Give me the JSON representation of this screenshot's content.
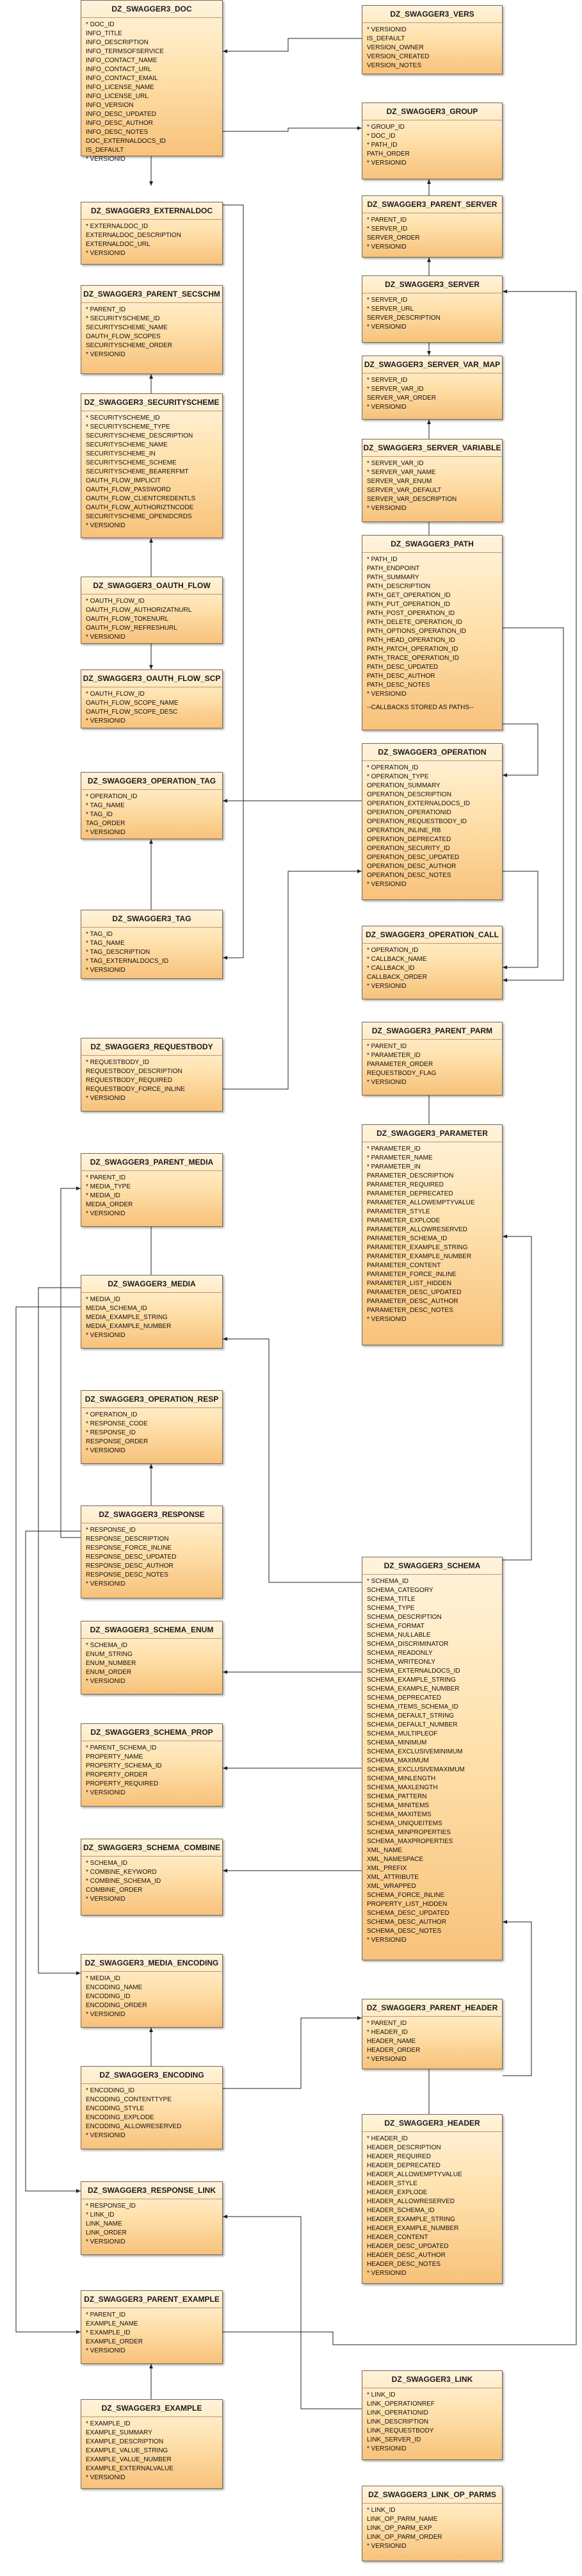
{
  "entities": {
    "doc": {
      "title": "DZ_SWAGGER3_DOC",
      "fields": [
        "* DOC_ID",
        "INFO_TITLE",
        "INFO_DESCRIPTION",
        "INFO_TERMSOFSERVICE",
        "INFO_CONTACT_NAME",
        "INFO_CONTACT_URL",
        "INFO_CONTACT_EMAIL",
        "INFO_LICENSE_NAME",
        "INFO_LICENSE_URL",
        "INFO_VERSION",
        "INFO_DESC_UPDATED",
        "INFO_DESC_AUTHOR",
        "INFO_DESC_NOTES",
        "DOC_EXTERNALDOCS_ID",
        "IS_DEFAULT",
        "* VERSIONID"
      ]
    },
    "vers": {
      "title": "DZ_SWAGGER3_VERS",
      "fields": [
        "* VERSIONID",
        "IS_DEFAULT",
        "VERSION_OWNER",
        "VERSION_CREATED",
        "VERSION_NOTES"
      ]
    },
    "group": {
      "title": "DZ_SWAGGER3_GROUP",
      "fields": [
        "* GROUP_ID",
        "* DOC_ID",
        "* PATH_ID",
        "PATH_ORDER",
        "* VERSIONID"
      ]
    },
    "externaldoc": {
      "title": "DZ_SWAGGER3_EXTERNALDOC",
      "fields": [
        "* EXTERNALDOC_ID",
        "EXTERNALDOC_DESCRIPTION",
        "EXTERNALDOC_URL",
        "* VERSIONID"
      ]
    },
    "parent_server": {
      "title": "DZ_SWAGGER3_PARENT_SERVER",
      "fields": [
        "* PARENT_ID",
        "* SERVER_ID",
        "SERVER_ORDER",
        "* VERSIONID"
      ]
    },
    "parent_secschm": {
      "title": "DZ_SWAGGER3_PARENT_SECSCHM",
      "fields": [
        "* PARENT_ID",
        "* SECURITYSCHEME_ID",
        "SECURITYSCHEME_NAME",
        "OAUTH_FLOW_SCOPES",
        "SECURITYSCHEME_ORDER",
        "* VERSIONID"
      ]
    },
    "server": {
      "title": "DZ_SWAGGER3_SERVER",
      "fields": [
        "* SERVER_ID",
        "* SERVER_URL",
        "SERVER_DESCRIPTION",
        "* VERSIONID"
      ]
    },
    "server_var_map": {
      "title": "DZ_SWAGGER3_SERVER_VAR_MAP",
      "fields": [
        "* SERVER_ID",
        "* SERVER_VAR_ID",
        "SERVER_VAR_ORDER",
        "* VERSIONID"
      ]
    },
    "securityscheme": {
      "title": "DZ_SWAGGER3_SECURITYSCHEME",
      "fields": [
        "* SECURITYSCHEME_ID",
        "* SECURITYSCHEME_TYPE",
        "SECURITYSCHEME_DESCRIPTION",
        "SECURITYSCHEME_NAME",
        "SECURITYSCHEME_IN",
        "SECURITYSCHEME_SCHEME",
        "SECURITYSCHEME_BEARERFMT",
        "OAUTH_FLOW_IMPLICIT",
        "OAUTH_FLOW_PASSWORD",
        "OAUTH_FLOW_CLIENTCREDENTLS",
        "OAUTH_FLOW_AUTHORIZTNCODE",
        "SECURITYSCHEME_OPENIDCRDS",
        "* VERSIONID"
      ]
    },
    "server_variable": {
      "title": "DZ_SWAGGER3_SERVER_VARIABLE",
      "fields": [
        "* SERVER_VAR_ID",
        "* SERVER_VAR_NAME",
        "SERVER_VAR_ENUM",
        "SERVER_VAR_DEFAULT",
        "SERVER_VAR_DESCRIPTION",
        "* VERSIONID"
      ]
    },
    "path": {
      "title": "DZ_SWAGGER3_PATH",
      "fields": [
        "* PATH_ID",
        "PATH_ENDPOINT",
        "PATH_SUMMARY",
        "PATH_DESCRIPTION",
        "PATH_GET_OPERATION_ID",
        "PATH_PUT_OPERATION_ID",
        "PATH_POST_OPERATION_ID",
        "PATH_DELETE_OPERATION_ID",
        "PATH_OPTIONS_OPERATION_ID",
        "PATH_HEAD_OPERATION_ID",
        "PATH_PATCH_OPERATION_ID",
        "PATH_TRACE_OPERATION_ID",
        "PATH_DESC_UPDATED",
        "PATH_DESC_AUTHOR",
        "PATH_DESC_NOTES",
        "* VERSIONID",
        "",
        "--CALLBACKS STORED AS PATHS--"
      ]
    },
    "oauth_flow": {
      "title": "DZ_SWAGGER3_OAUTH_FLOW",
      "fields": [
        "* OAUTH_FLOW_ID",
        "OAUTH_FLOW_AUTHORIZATNURL",
        "OAUTH_FLOW_TOKENURL",
        "OAUTH_FLOW_REFRESHURL",
        "* VERSIONID"
      ]
    },
    "oauth_flow_scp": {
      "title": "DZ_SWAGGER3_OAUTH_FLOW_SCP",
      "fields": [
        "* OAUTH_FLOW_ID",
        "OAUTH_FLOW_SCOPE_NAME",
        "OAUTH_FLOW_SCOPE_DESC",
        "* VERSIONID"
      ]
    },
    "operation": {
      "title": "DZ_SWAGGER3_OPERATION",
      "fields": [
        "* OPERATION_ID",
        "* OPERATION_TYPE",
        "OPERATION_SUMMARY",
        "OPERATION_DESCRIPTION",
        "OPERATION_EXTERNALDOCS_ID",
        "OPERATION_OPERATIONID",
        "OPERATION_REQUESTBODY_ID",
        "OPERATION_INLINE_RB",
        "OPERATION_DEPRECATED",
        "OPERATION_SECURITY_ID",
        "OPERATION_DESC_UPDATED",
        "OPERATION_DESC_AUTHOR",
        "OPERATION_DESC_NOTES",
        "* VERSIONID"
      ]
    },
    "operation_tag": {
      "title": "DZ_SWAGGER3_OPERATION_TAG",
      "fields": [
        "* OPERATION_ID",
        "* TAG_NAME",
        "* TAG_ID",
        "TAG_ORDER",
        "* VERSIONID"
      ]
    },
    "tag": {
      "title": "DZ_SWAGGER3_TAG",
      "fields": [
        "* TAG_ID",
        "* TAG_NAME",
        "* TAG_DESCRIPTION",
        "* TAG_EXTERNALDOCS_ID",
        "* VERSIONID"
      ]
    },
    "operation_call": {
      "title": "DZ_SWAGGER3_OPERATION_CALL",
      "fields": [
        "* OPERATION_ID",
        "* CALLBACK_NAME",
        "* CALLBACK_ID",
        "CALLBACK_ORDER",
        "* VERSIONID"
      ]
    },
    "requestbody": {
      "title": "DZ_SWAGGER3_REQUESTBODY",
      "fields": [
        "* REQUESTBODY_ID",
        "REQUESTBODY_DESCRIPTION",
        "REQUESTBODY_REQUIRED",
        "REQUESTBODY_FORCE_INLINE",
        "* VERSIONID"
      ]
    },
    "parent_parm": {
      "title": "DZ_SWAGGER3_PARENT_PARM",
      "fields": [
        "* PARENT_ID",
        "* PARAMETER_ID",
        "PARAMETER_ORDER",
        "REQUESTBODY_FLAG",
        "* VERSIONID"
      ]
    },
    "parameter": {
      "title": "DZ_SWAGGER3_PARAMETER",
      "fields": [
        "* PARAMETER_ID",
        "* PARAMETER_NAME",
        "* PARAMETER_IN",
        "PARAMETER_DESCRIPTION",
        "PARAMETER_REQUIRED",
        "PARAMETER_DEPRECATED",
        "PARAMETER_ALLOWEMPTYVALUE",
        "PARAMETER_STYLE",
        "PARAMETER_EXPLODE",
        "PARAMETER_ALLOWRESERVED",
        "PARAMETER_SCHEMA_ID",
        "PARAMETER_EXAMPLE_STRING",
        "PARAMETER_EXAMPLE_NUMBER",
        "PARAMETER_CONTENT",
        "PARAMETER_FORCE_INLINE",
        "PARAMETER_LIST_HIDDEN",
        "PARAMETER_DESC_UPDATED",
        "PARAMETER_DESC_AUTHOR",
        "PARAMETER_DESC_NOTES",
        "* VERSIONID"
      ]
    },
    "parent_media": {
      "title": "DZ_SWAGGER3_PARENT_MEDIA",
      "fields": [
        "* PARENT_ID",
        "* MEDIA_TYPE",
        "* MEDIA_ID",
        "MEDIA_ORDER",
        "* VERSIONID"
      ]
    },
    "media": {
      "title": "DZ_SWAGGER3_MEDIA",
      "fields": [
        "* MEDIA_ID",
        "MEDIA_SCHEMA_ID",
        "MEDIA_EXAMPLE_STRING",
        "MEDIA_EXAMPLE_NUMBER",
        "* VERSIONID"
      ]
    },
    "operation_resp": {
      "title": "DZ_SWAGGER3_OPERATION_RESP",
      "fields": [
        "* OPERATION_ID",
        "* RESPONSE_CODE",
        "* RESPONSE_ID",
        "RESPONSE_ORDER",
        "* VERSIONID"
      ]
    },
    "response": {
      "title": "DZ_SWAGGER3_RESPONSE",
      "fields": [
        "* RESPONSE_ID",
        "RESPONSE_DESCRIPTION",
        "RESPONSE_FORCE_INLINE",
        "RESPONSE_DESC_UPDATED",
        "RESPONSE_DESC_AUTHOR",
        "RESPONSE_DESC_NOTES",
        "* VERSIONID"
      ]
    },
    "schema": {
      "title": "DZ_SWAGGER3_SCHEMA",
      "fields": [
        "* SCHEMA_ID",
        "SCHEMA_CATEGORY",
        "SCHEMA_TITLE",
        "SCHEMA_TYPE",
        "SCHEMA_DESCRIPTION",
        "SCHEMA_FORMAT",
        "SCHEMA_NULLABLE",
        "SCHEMA_DISCRIMINATOR",
        "SCHEMA_READONLY",
        "SCHEMA_WRITEONLY",
        "SCHEMA_EXTERNALDOCS_ID",
        "SCHEMA_EXAMPLE_STRING",
        "SCHEMA_EXAMPLE_NUMBER",
        "SCHEMA_DEPRECATED",
        "SCHEMA_ITEMS_SCHEMA_ID",
        "SCHEMA_DEFAULT_STRING",
        "SCHEMA_DEFAULT_NUMBER",
        "SCHEMA_MULTIPLEOF",
        "SCHEMA_MINIMUM",
        "SCHEMA_EXCLUSIVEMINIMUM",
        "SCHEMA_MAXIMUM",
        "SCHEMA_EXCLUSIVEMAXIMUM",
        "SCHEMA_MINLENGTH",
        "SCHEMA_MAXLENGTH",
        "SCHEMA_PATTERN",
        "SCHEMA_MINITEMS",
        "SCHEMA_MAXITEMS",
        "SCHEMA_UNIQUEITEMS",
        "SCHEMA_MINPROPERTIES",
        "SCHEMA_MAXPROPERTIES",
        "XML_NAME",
        "XML_NAMESPACE",
        "XML_PREFIX",
        "XML_ATTRIBUTE",
        "XML_WRAPPED",
        "SCHEMA_FORCE_INLINE",
        "PROPERTY_LIST_HIDDEN",
        "SCHEMA_DESC_UPDATED",
        "SCHEMA_DESC_AUTHOR",
        "SCHEMA_DESC_NOTES",
        "* VERSIONID"
      ]
    },
    "schema_enum": {
      "title": "DZ_SWAGGER3_SCHEMA_ENUM",
      "fields": [
        "* SCHEMA_ID",
        "ENUM_STRING",
        "ENUM_NUMBER",
        "ENUM_ORDER",
        "* VERSIONID"
      ]
    },
    "schema_prop": {
      "title": "DZ_SWAGGER3_SCHEMA_PROP",
      "fields": [
        "* PARENT_SCHEMA_ID",
        "PROPERTY_NAME",
        "PROPERTY_SCHEMA_ID",
        "PROPERTY_ORDER",
        "PROPERTY_REQUIRED",
        "* VERSIONID"
      ]
    },
    "schema_combine": {
      "title": "DZ_SWAGGER3_SCHEMA_COMBINE",
      "fields": [
        "* SCHEMA_ID",
        "* COMBINE_KEYWORD",
        "* COMBINE_SCHEMA_ID",
        "COMBINE_ORDER",
        "* VERSIONID"
      ]
    },
    "media_encoding": {
      "title": "DZ_SWAGGER3_MEDIA_ENCODING",
      "fields": [
        "* MEDIA_ID",
        "ENCODING_NAME",
        "ENCODING_ID",
        "ENCODING_ORDER",
        "* VERSIONID"
      ]
    },
    "parent_header": {
      "title": "DZ_SWAGGER3_PARENT_HEADER",
      "fields": [
        "* PARENT_ID",
        "* HEADER_ID",
        "HEADER_NAME",
        "HEADER_ORDER",
        "* VERSIONID"
      ]
    },
    "encoding": {
      "title": "DZ_SWAGGER3_ENCODING",
      "fields": [
        "* ENCODING_ID",
        "ENCODING_CONTENTTYPE",
        "ENCODING_STYLE",
        "ENCODING_EXPLODE",
        "ENCODING_ALLOWRESERVED",
        "* VERSIONID"
      ]
    },
    "header": {
      "title": "DZ_SWAGGER3_HEADER",
      "fields": [
        "* HEADER_ID",
        "HEADER_DESCRIPTION",
        "HEADER_REQUIRED",
        "HEADER_DEPRECATED",
        "HEADER_ALLOWEMPTYVALUE",
        "HEADER_STYLE",
        "HEADER_EXPLODE",
        "HEADER_ALLOWRESERVED",
        "HEADER_SCHEMA_ID",
        "HEADER_EXAMPLE_STRING",
        "HEADER_EXAMPLE_NUMBER",
        "HEADER_CONTENT",
        "HEADER_DESC_UPDATED",
        "HEADER_DESC_AUTHOR",
        "HEADER_DESC_NOTES",
        "* VERSIONID"
      ]
    },
    "response_link": {
      "title": "DZ_SWAGGER3_RESPONSE_LINK",
      "fields": [
        "* RESPONSE_ID",
        "* LINK_ID",
        "LINK_NAME",
        "LINK_ORDER",
        "* VERSIONID"
      ]
    },
    "parent_example": {
      "title": "DZ_SWAGGER3_PARENT_EXAMPLE",
      "fields": [
        "* PARENT_ID",
        "EXAMPLE_NAME",
        "* EXAMPLE_ID",
        "EXAMPLE_ORDER",
        "* VERSIONID"
      ]
    },
    "link": {
      "title": "DZ_SWAGGER3_LINK",
      "fields": [
        "* LINK_ID",
        "LINK_OPERATIONREF",
        "LINK_OPERATIONID",
        "LINK_DESCRIPTION",
        "LINK_REQUESTBODY",
        "LINK_SERVER_ID",
        "* VERSIONID"
      ]
    },
    "example": {
      "title": "DZ_SWAGGER3_EXAMPLE",
      "fields": [
        "* EXAMPLE_ID",
        "EXAMPLE_SUMMARY",
        "EXAMPLE_DESCRIPTION",
        "EXAMPLE_VALUE_STRING",
        "EXAMPLE_VALUE_NUMBER",
        "EXAMPLE_EXTERNALVALUE",
        "* VERSIONID"
      ]
    },
    "link_op_parms": {
      "title": "DZ_SWAGGER3_LINK_OP_PARMS",
      "fields": [
        "* LINK_ID",
        "LINK_OP_PARM_NAME",
        "LINK_OP_PARM_EXP",
        "LINK_OP_PARM_ORDER",
        "* VERSIONID"
      ]
    }
  }
}
